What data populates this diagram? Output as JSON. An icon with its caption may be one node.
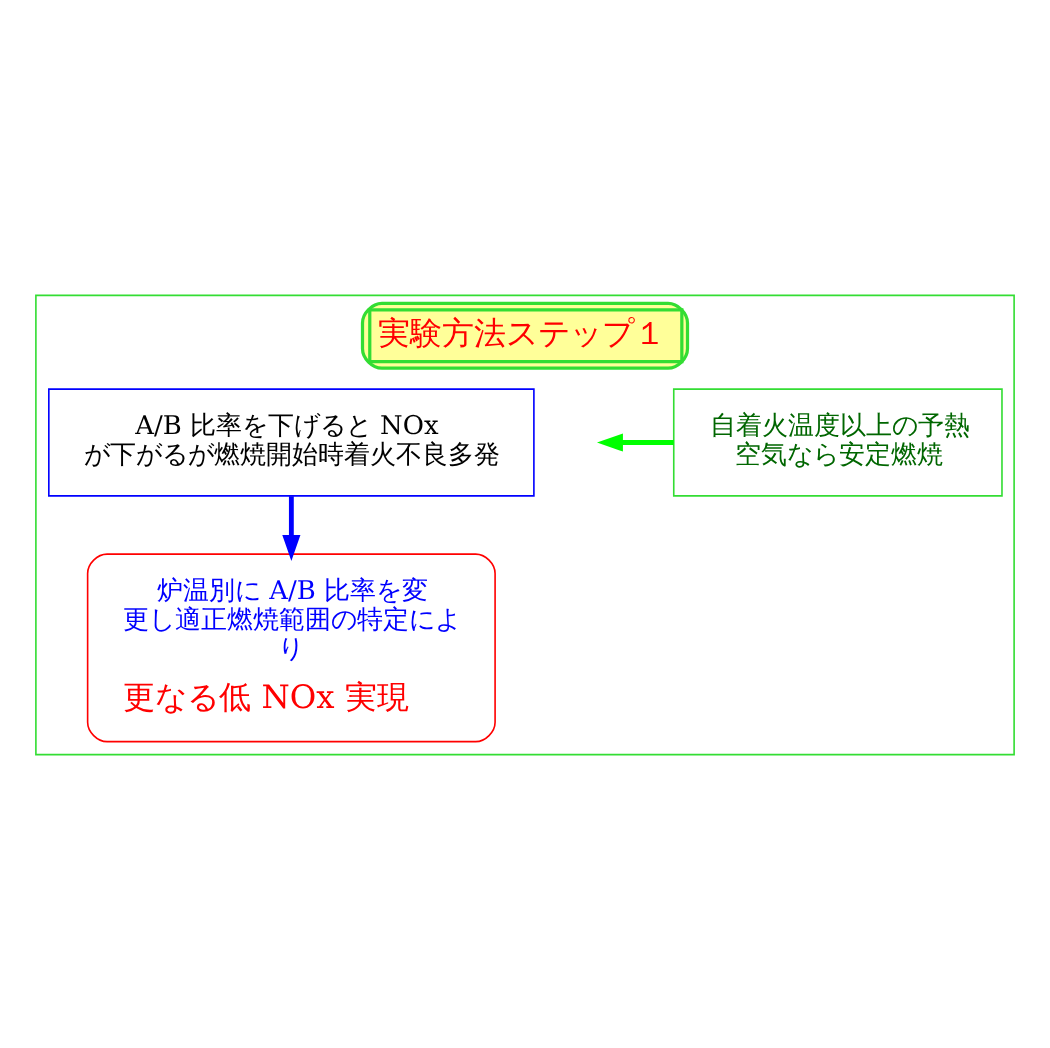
{
  "diagram": {
    "nodes": [
      {
        "text": [
          "実験方法ステップ１"
        ]
      },
      {
        "text": [
          "A/B 比率を下げると NOx が下がるが燃焼開始時着火不良多発"
        ],
        "in": 0
      },
      {
        "text": [
          "自着火温度以上の予熱空気なら安定燃焼"
        ],
        "in": 0
      },
      {
        "text": [
          "炉温別に A/B 比率を変更し適正燃焼範囲の特定により",
          "更なる低 NOx 実現"
        ],
        "in": 0
      }
    ],
    "edges": [
      {
        "from": 1,
        "to": 3,
        "arrow": "to",
        "color": "#0000ff"
      },
      {
        "from": 2,
        "to": null,
        "arrow": "to",
        "color": "#00ff00"
      }
    ]
  }
}
